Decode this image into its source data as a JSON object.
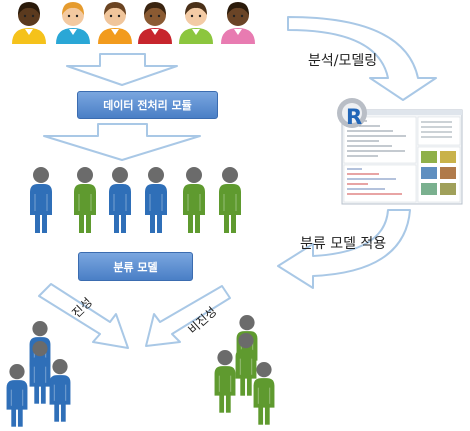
{
  "boxes": {
    "preprocess": "데이터 전처리 모듈",
    "classify": "분류 모델"
  },
  "labels": {
    "analysis": "분석/모델링",
    "apply": "분류 모델 적용",
    "positive": "진성",
    "negative": "비진성"
  },
  "r_logo": "R",
  "colors": {
    "box": "#4a7fc6",
    "arrow_fill": "#ffffff",
    "arrow_stroke": "#a9c8e6",
    "person_blue": "#2f6fb8",
    "person_green": "#5f9a2f",
    "person_head": "#6b6b6b"
  },
  "diversity_people": [
    {
      "skin": "#5b3a1e",
      "hair": "#2a1a0a",
      "shirt": "#f5c21b"
    },
    {
      "skin": "#f3c9a0",
      "hair": "#e59b2e",
      "shirt": "#2aa7d6"
    },
    {
      "skin": "#f0c59b",
      "hair": "#6b4422",
      "shirt": "#f29b1d"
    },
    {
      "skin": "#8a5a32",
      "hair": "#3a2410",
      "shirt": "#c7252d"
    },
    {
      "skin": "#f3cba5",
      "hair": "#4a3018",
      "shirt": "#8cc63e"
    },
    {
      "skin": "#6a4426",
      "hair": "#2a1a0a",
      "shirt": "#e87bb1"
    }
  ],
  "mixed_people": [
    "blue",
    "green",
    "blue",
    "blue",
    "green",
    "green"
  ],
  "positive_group": [
    "blue",
    "blue",
    "blue",
    "blue"
  ],
  "negative_group": [
    "green",
    "green",
    "green",
    "green"
  ]
}
